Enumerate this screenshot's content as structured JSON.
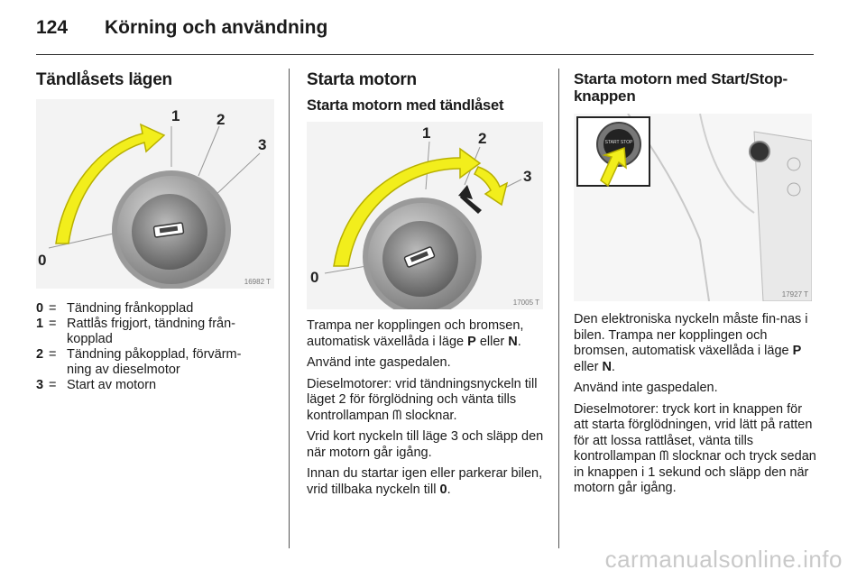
{
  "header": {
    "page_number": "124",
    "chapter": "Körning och användning"
  },
  "col1": {
    "title": "Tändlåsets lägen",
    "figure": {
      "code": "16982 T",
      "labels": [
        "0",
        "1",
        "2",
        "3"
      ]
    },
    "legend": [
      {
        "key": "0",
        "eq": "=",
        "text": "Tändning frånkopplad"
      },
      {
        "key": "1",
        "eq": "=",
        "text": "Rattlås frigjort, tändning från-\nkopplad"
      },
      {
        "key": "2",
        "eq": "=",
        "text": "Tändning påkopplad, förvärm-\nning av dieselmotor"
      },
      {
        "key": "3",
        "eq": "=",
        "text": "Start av motorn"
      }
    ]
  },
  "col2": {
    "title": "Starta motorn",
    "subtitle": "Starta motorn med tändlåset",
    "figure": {
      "code": "17005 T",
      "labels": [
        "0",
        "1",
        "2",
        "3"
      ]
    },
    "p1_a": "Trampa ner kopplingen och bromsen, automatisk växellåda i läge ",
    "p1_b1": "P",
    "p1_c": " eller ",
    "p1_b2": "N",
    "p1_d": ".",
    "p2": "Använd inte gaspedalen.",
    "p3_a": "Dieselmotorer: vrid tändningsnyckeln till läget 2 för förglödning och vänta tills kontrollampan ",
    "p3_icon": "glow-plug-icon",
    "p3_b": " slocknar.",
    "p4": "Vrid kort nyckeln till läge 3 och släpp den när motorn går igång.",
    "p5_a": "Innan du startar igen eller parkerar bilen, vrid tillbaka nyckeln till ",
    "p5_b": "0",
    "p5_c": "."
  },
  "col3": {
    "title": "Starta motorn med Start/Stop-knappen",
    "figure": {
      "code": "17927 T",
      "button_text": "START STOP"
    },
    "p1_a": "Den elektroniska nyckeln måste fin-nas i bilen. Trampa ner kopplingen och bromsen, automatisk växellåda i läge ",
    "p1_b1": "P",
    "p1_c": " eller ",
    "p1_b2": "N",
    "p1_d": ".",
    "p2": "Använd inte gaspedalen.",
    "p3_a": "Dieselmotorer: tryck kort in knappen för att starta förglödningen, vrid lätt på ratten för att lossa rattlåset, vänta tills kontrollampan ",
    "p3_b": " slocknar och tryck sedan in knappen i 1 sekund och släpp den när motorn går igång."
  },
  "glow_glyph": "ᗰ",
  "watermark": "carmanualsonline.info",
  "colors": {
    "arrow_yellow": "#f2ee1c",
    "arrow_outline": "#b8b000",
    "text": "#1a1a1a"
  }
}
